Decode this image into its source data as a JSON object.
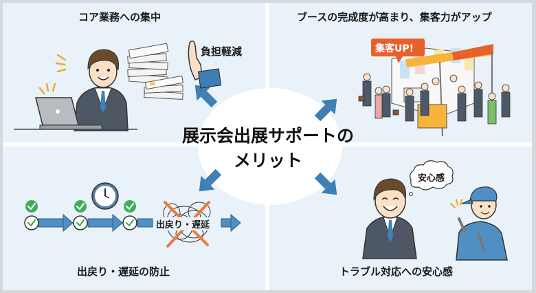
{
  "center_title": {
    "line1": "展示会出展サポートの",
    "line2": "メリット"
  },
  "panels": {
    "top_left": {
      "title": "コア業務への集中",
      "callout": "負担軽減"
    },
    "top_right": {
      "title": "ブースの完成度が高まり、集客力がアップ",
      "badge": "集客UP!"
    },
    "bottom_left": {
      "title": "出戻り・遅延の防止",
      "tangle_label": "出戻り・遅延"
    },
    "bottom_right": {
      "title": "トラブル対応への安心感",
      "thought_bubble": "安心感"
    }
  },
  "colors": {
    "arrow": "#3f7fb3",
    "panel_bg": "#e8f2f8",
    "accent_orange": "#e8602c",
    "check_green": "#3fae5a",
    "suit": "#4a5460",
    "tie": "#3d82b8"
  }
}
